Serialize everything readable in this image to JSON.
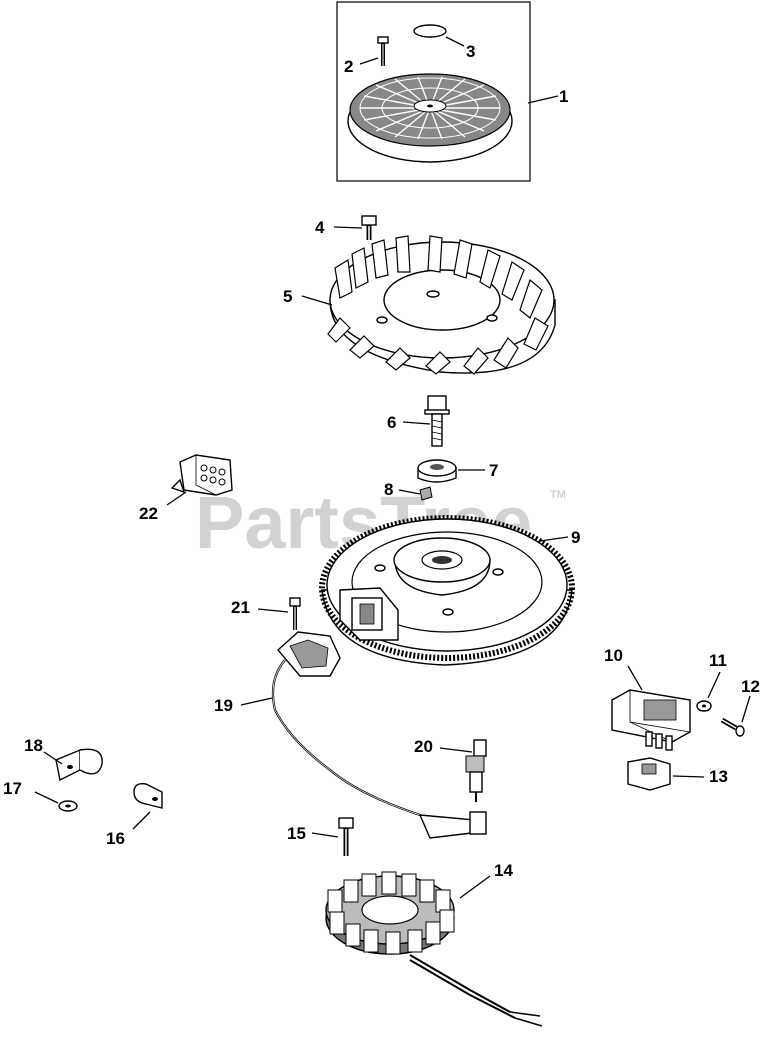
{
  "watermark": {
    "text": "PartsTree",
    "tm": "TM"
  },
  "callouts": [
    "1",
    "2",
    "3",
    "4",
    "5",
    "6",
    "7",
    "8",
    "9",
    "10",
    "11",
    "12",
    "13",
    "14",
    "15",
    "16",
    "17",
    "18",
    "19",
    "20",
    "21",
    "22"
  ]
}
